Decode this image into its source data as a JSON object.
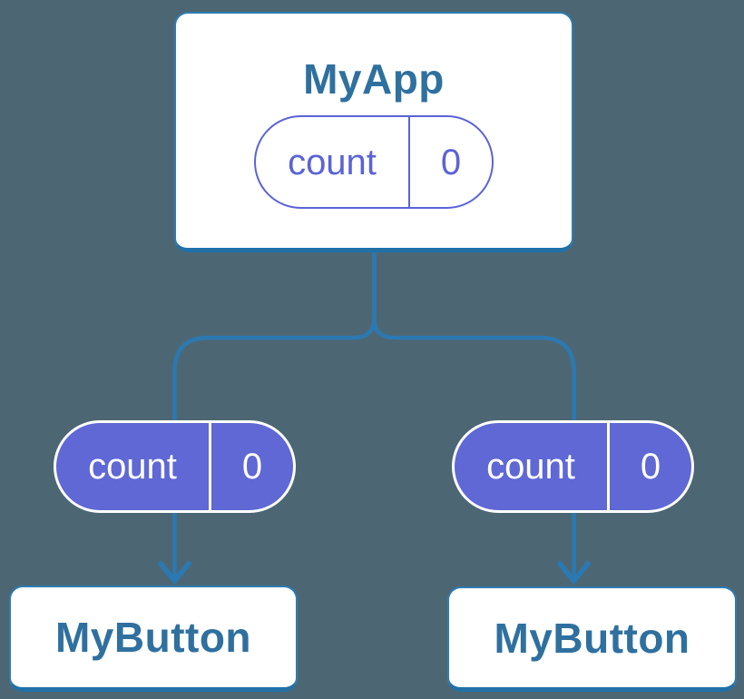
{
  "diagram": {
    "root": {
      "title": "MyApp",
      "state": {
        "name": "count",
        "value": "0"
      }
    },
    "children": [
      {
        "title": "MyButton",
        "state": {
          "name": "count",
          "value": "0"
        }
      },
      {
        "title": "MyButton",
        "state": {
          "name": "count",
          "value": "0"
        }
      }
    ],
    "colors": {
      "background": "#4c6773",
      "connector_blue": "#2b79b2",
      "card_border": "#2e7cb2",
      "card_title_text": "#2f709f",
      "state_pill_fill": "#5f68d4",
      "state_pill_outline": "#5b63d6",
      "pill_text_on_fill": "#ffffff",
      "card_background": "#ffffff"
    }
  }
}
